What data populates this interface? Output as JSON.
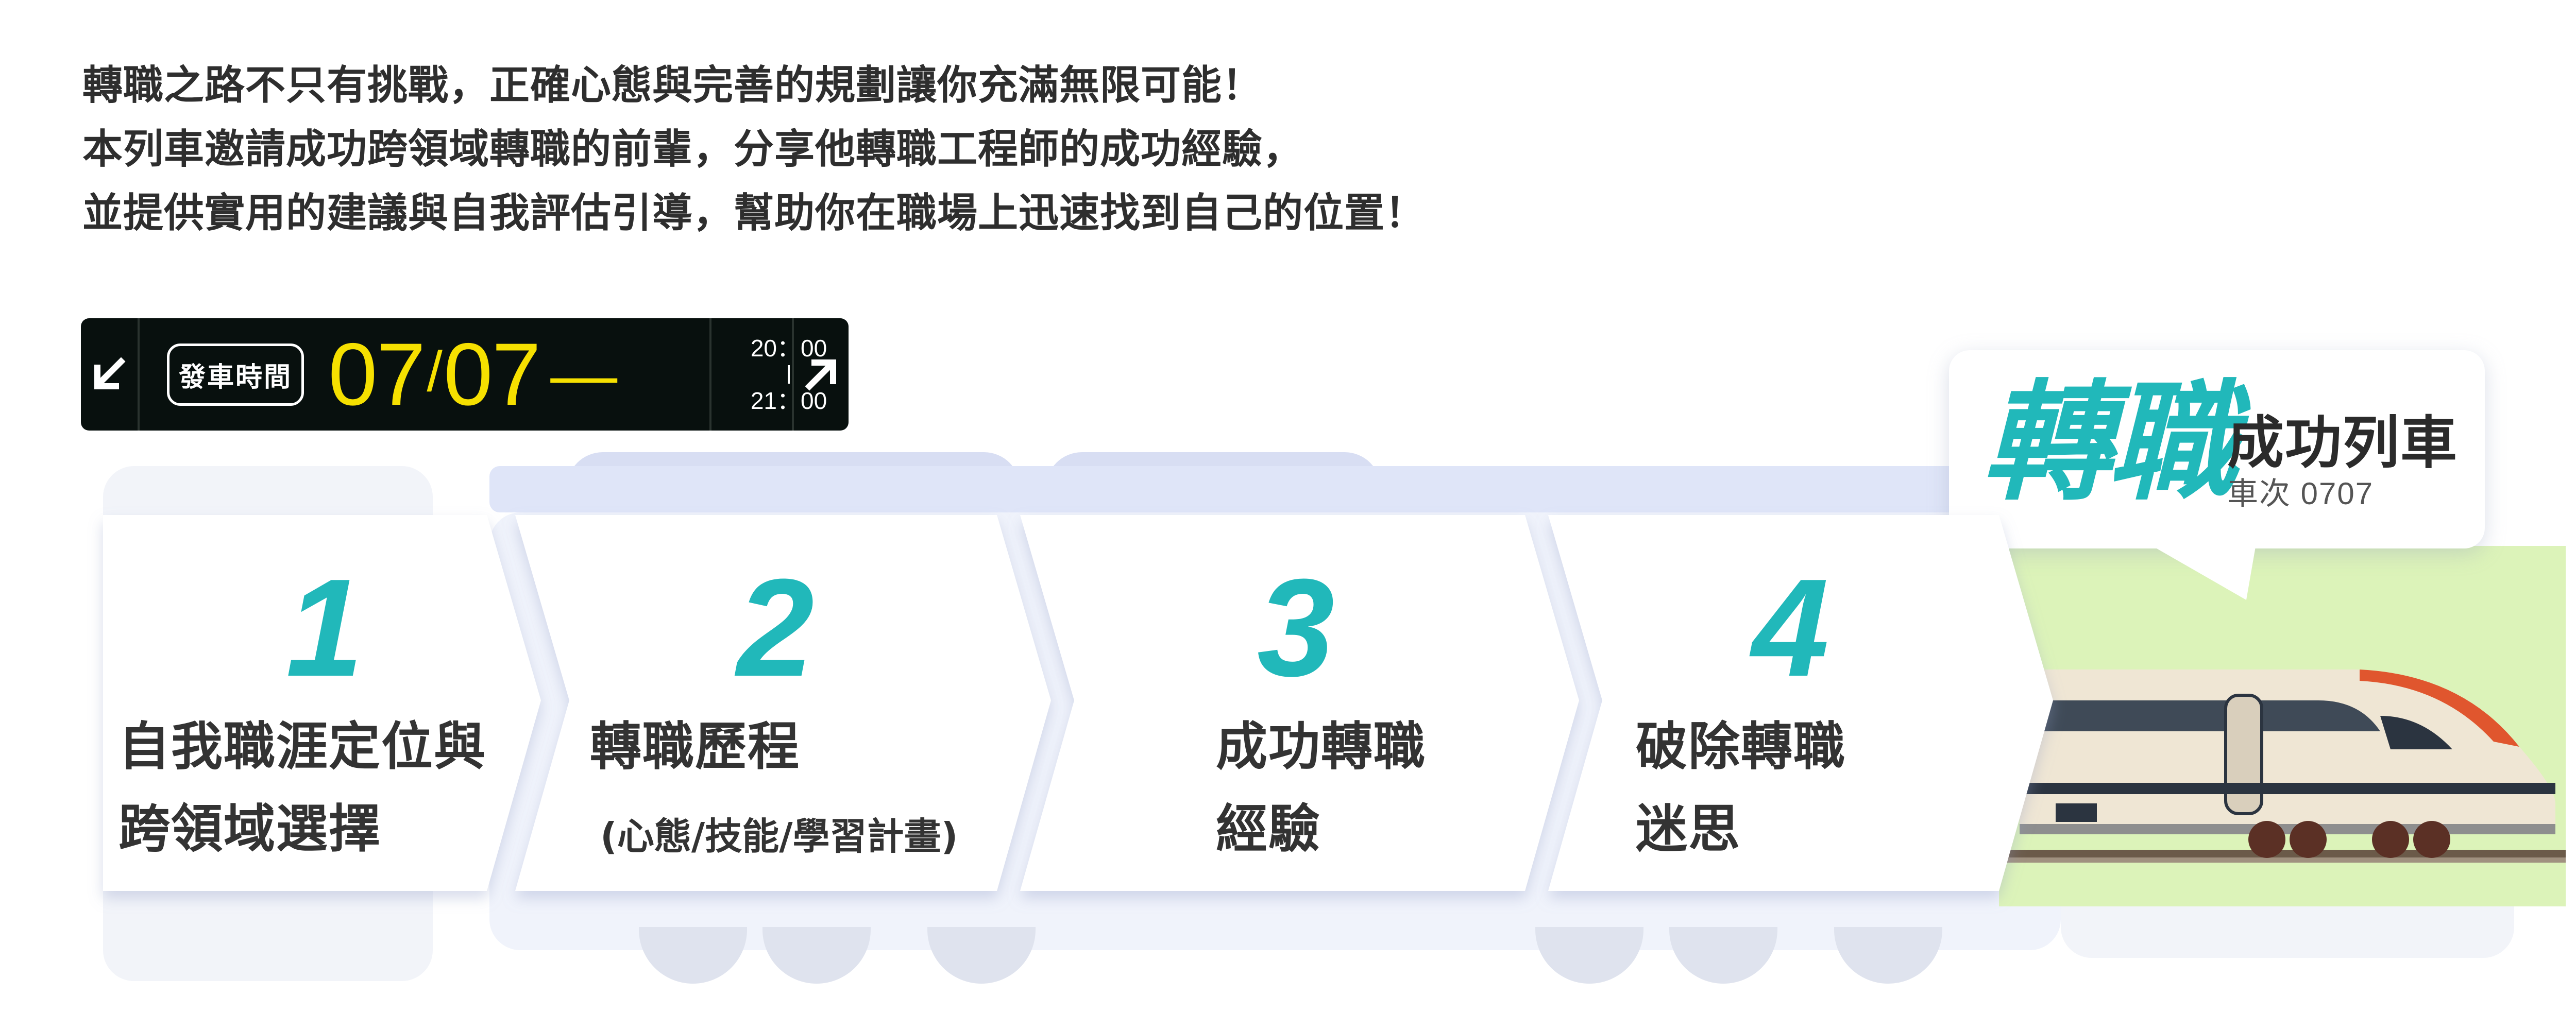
{
  "intro": {
    "line1": "轉職之路不只有挑戰，正確心態與完善的規劃讓你充滿無限可能！",
    "line2": "本列車邀請成功跨領域轉職的前輩，分享他轉職工程師的成功經驗，",
    "line3": "並提供實用的建議與自我評估引導，幫助你在職場上迅速找到自己的位置！"
  },
  "departure": {
    "label": "發車時間",
    "month": "07",
    "slash": "/",
    "day": "07",
    "dash": "—",
    "start_time": "20：00",
    "end_time": "21：00"
  },
  "train_sign": {
    "title": "轉職",
    "name": "成功列車",
    "number": "車次 0707"
  },
  "steps": [
    {
      "num": "1",
      "line1": "自我職涯定位與",
      "line2": "跨領域選擇"
    },
    {
      "num": "2",
      "line1": "轉職歷程",
      "sub": "(心態/技能/學習計畫)"
    },
    {
      "num": "3",
      "line1": "成功轉職",
      "line2": "經驗"
    },
    {
      "num": "4",
      "line1": "破除轉職",
      "line2": "迷思"
    }
  ],
  "colors": {
    "accent": "#21b8ba",
    "board_bg": "#08100e",
    "date_yellow": "#f6e000",
    "train_green": "#dcf3b9"
  },
  "icons": [
    "arrow-down-left-icon",
    "arrow-up-right-icon"
  ]
}
